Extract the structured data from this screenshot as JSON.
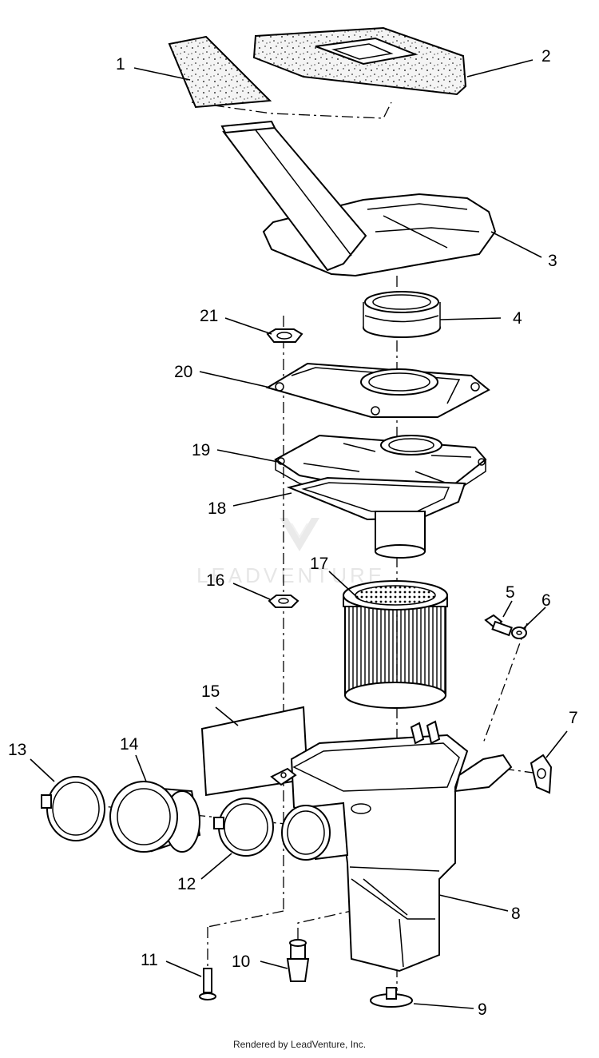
{
  "watermark": "LEADVENTURE",
  "footer": "Rendered by LeadVenture, Inc.",
  "callouts": [
    "1",
    "2",
    "3",
    "4",
    "5",
    "6",
    "7",
    "8",
    "9",
    "10",
    "11",
    "12",
    "13",
    "14",
    "15",
    "16",
    "17",
    "18",
    "19",
    "20",
    "21"
  ],
  "colors": {
    "line": "#000000",
    "background": "#ffffff",
    "watermark": "#cfcfcf"
  }
}
